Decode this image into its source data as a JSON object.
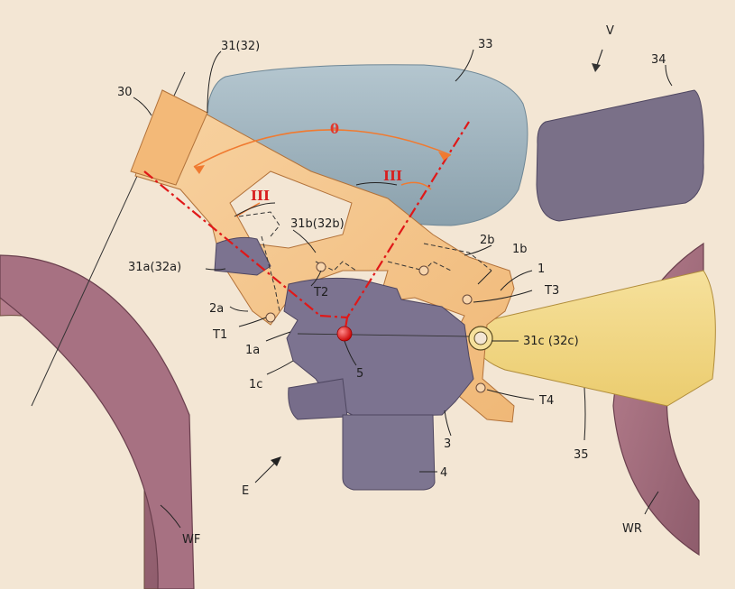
{
  "diagram": {
    "background_color": "#f3e6d4",
    "colors": {
      "frame": "#f5c78f",
      "swing_arm": "#f2d98a",
      "fuel_tank": "#9eb2bd",
      "seat": "#7a7088",
      "engine": "#7c7390",
      "wheel": "#a77182",
      "axis_red": "#e01818"
    },
    "labels": {
      "frame_no": "31(32)",
      "head_pipe": "30",
      "tank": "33",
      "seat": "34",
      "view_arrow": "V",
      "theta": "θ",
      "section_left": "III",
      "section_right": "III",
      "frame_upper_inner": "31b(32b)",
      "frame_front_lower": "31a(32a)",
      "engine_mount_2b": "2b",
      "engine_mount_1b": "1b",
      "engine_1": "1",
      "engine_mount_2a": "2a",
      "mount_T1": "T1",
      "mount_T2": "T2",
      "mount_T3": "T3",
      "mount_T4": "T4",
      "engine_1a": "1a",
      "engine_1c": "1c",
      "crank_5": "5",
      "pivot_31c": "31c (32c)",
      "swing_arm_35": "35",
      "engine_3": "3",
      "engine_4": "4",
      "engine_E": "E",
      "front_wheel": "WF",
      "rear_wheel": "WR"
    }
  }
}
